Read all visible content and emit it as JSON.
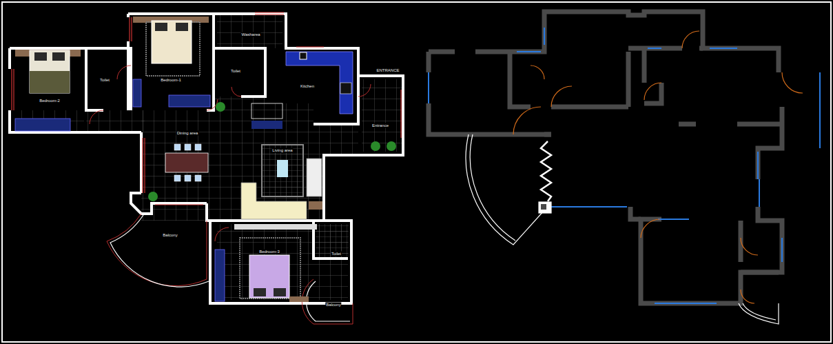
{
  "diagram": {
    "labels": [
      "Washarea",
      "Bedroom-1",
      "Toilet",
      "Toilet",
      "Bedroom-2",
      "Kitchen",
      "ENTRANCE",
      "Entrance",
      "Dining area",
      "Living area",
      "Balcony",
      "Bedroom-3",
      "Toilet",
      "Balcony"
    ]
  }
}
